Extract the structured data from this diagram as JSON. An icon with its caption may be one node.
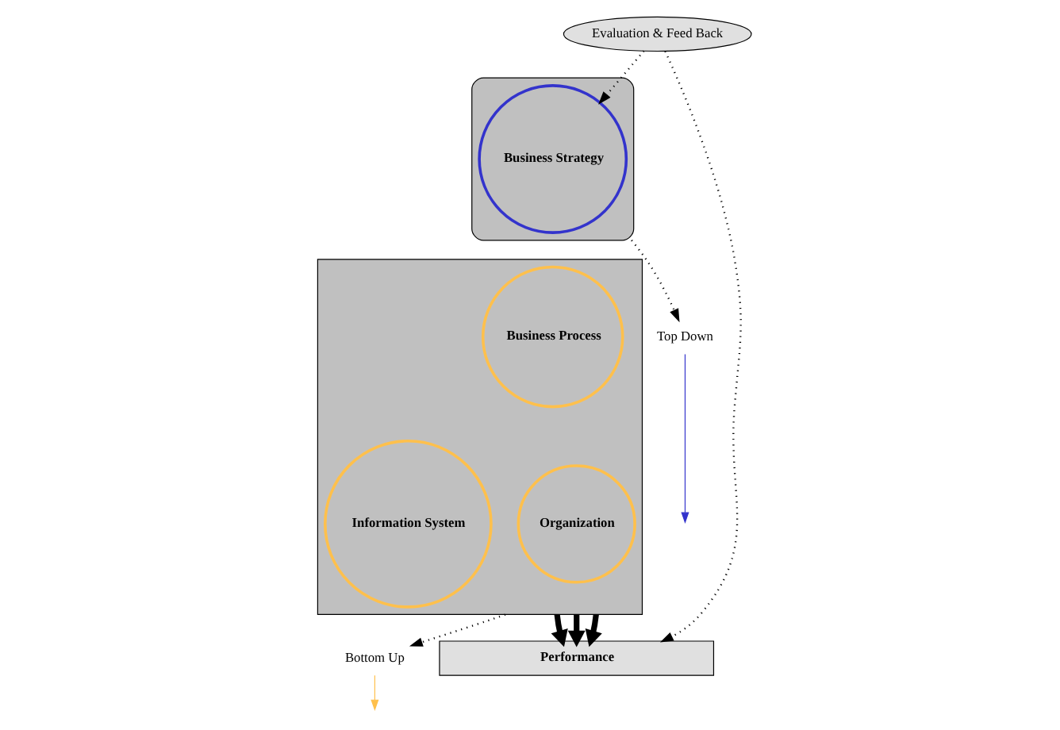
{
  "diagram": {
    "nodes": [
      {
        "text": [],
        "shape": "triangle"
      },
      {
        "text": [
          "Business Strategy"
        ],
        "in": 0
      },
      {
        "text": [],
        "shape": "trapezoid"
      },
      {
        "text": [
          "Business Process"
        ],
        "in": 2
      },
      {
        "text": [
          "Information System"
        ],
        "in": 2
      },
      {
        "text": [
          "Organization"
        ],
        "in": 2
      },
      {
        "text": [
          "Evaluation & Feed Back"
        ]
      },
      {
        "text": [
          "Performance"
        ]
      },
      {
        "text": [
          "Top Down"
        ]
      },
      {
        "text": [
          "Bottom Up"
        ]
      }
    ],
    "edges": [
      {
        "from": 6,
        "to": 1,
        "arrow": "to",
        "style": "dashed"
      },
      {
        "from": 6,
        "to": 7,
        "arrow": "to",
        "style": "dashed"
      },
      {
        "from": 0,
        "to": 8,
        "arrow": "to",
        "style": "dashed"
      },
      {
        "from": 2,
        "to": 9,
        "arrow": "to",
        "style": "dashed"
      },
      {
        "from": 2,
        "to": 7,
        "arrow": "to",
        "style": "thick"
      },
      {
        "from": 2,
        "to": 7,
        "arrow": "to",
        "style": "thick"
      },
      {
        "from": 2,
        "to": 7,
        "arrow": "to",
        "style": "thick"
      },
      {
        "from": 8,
        "to": null,
        "arrow": "to",
        "color": "#3333cc"
      },
      {
        "from": 9,
        "to": null,
        "arrow": "to",
        "color": "#ffc04c"
      }
    ]
  }
}
